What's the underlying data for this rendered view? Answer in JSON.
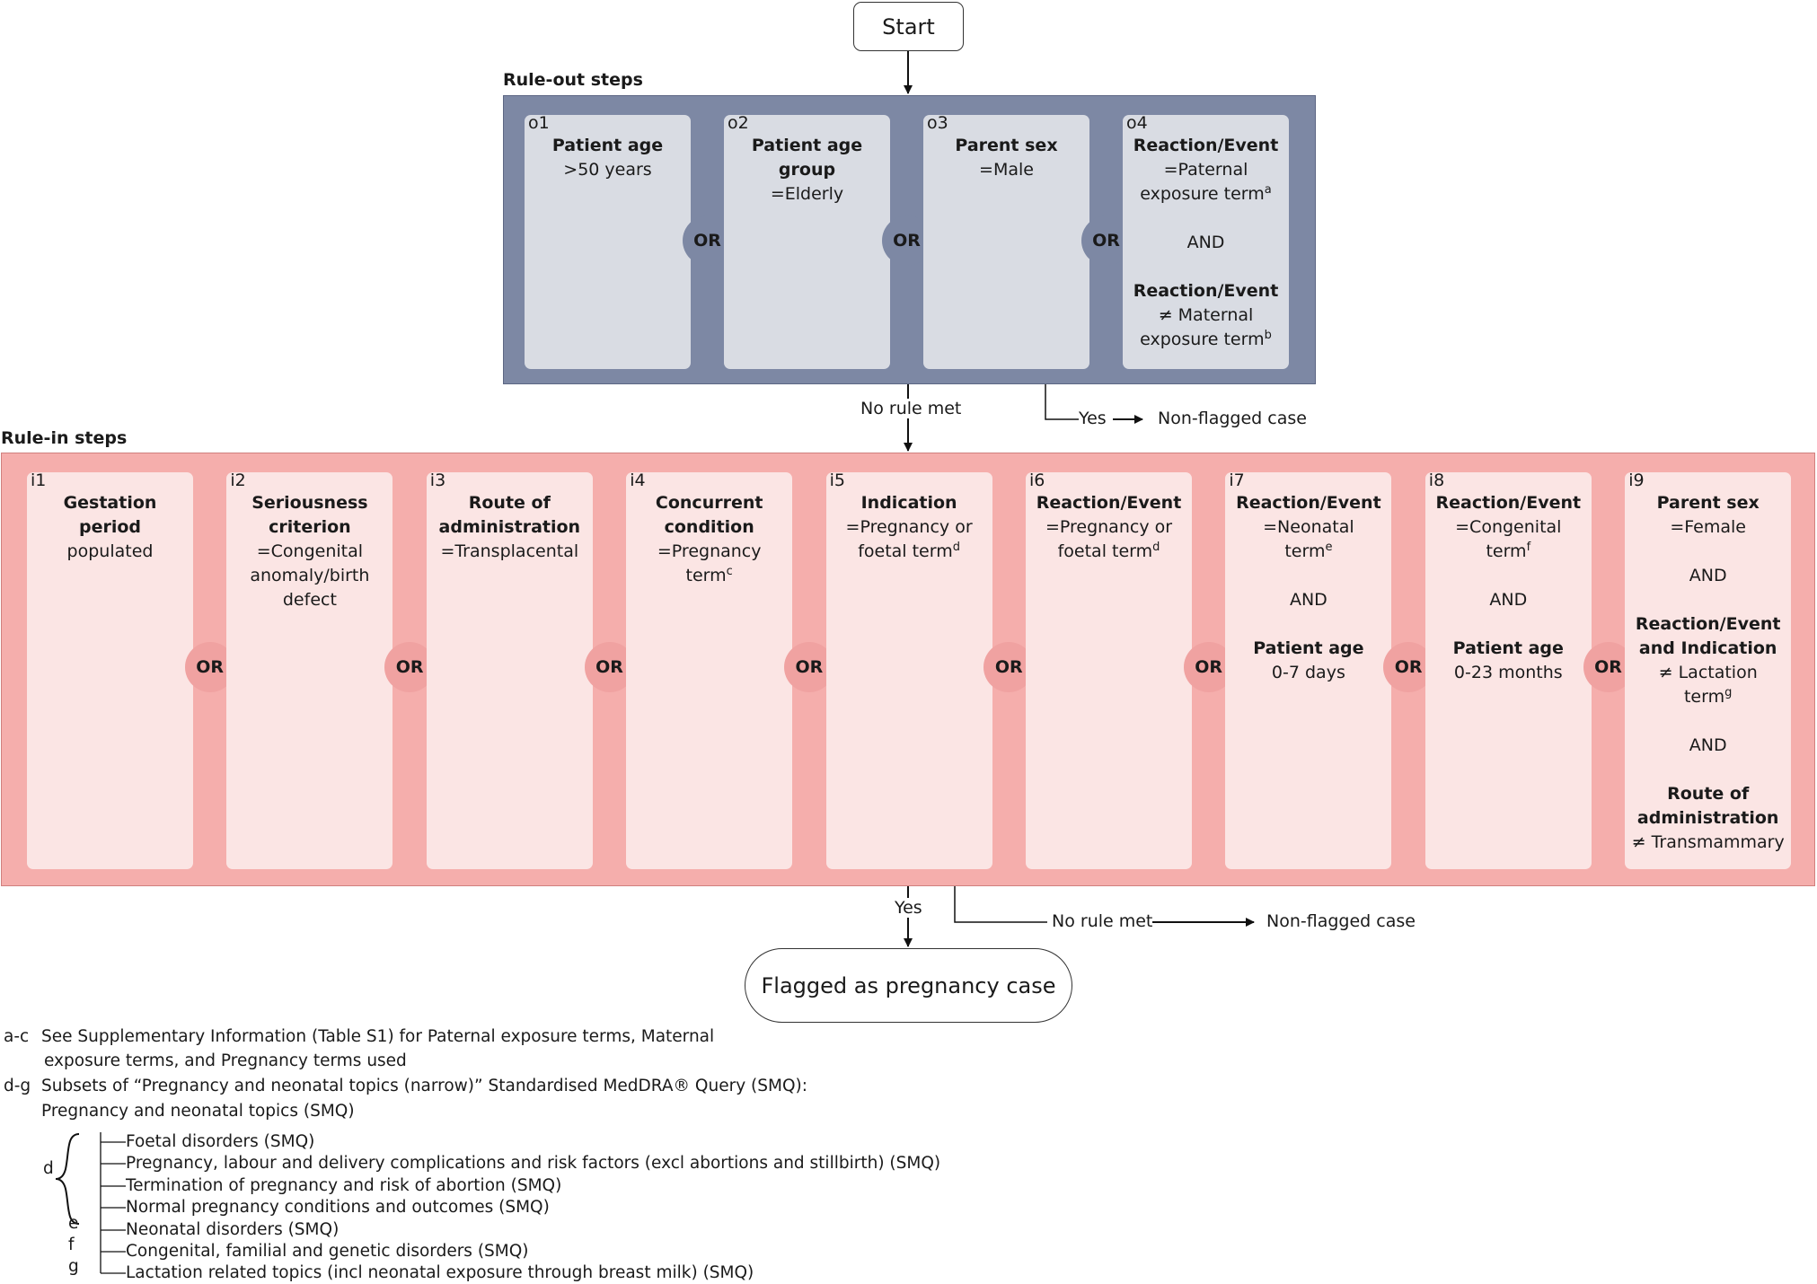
{
  "start": "Start",
  "ruleout": {
    "title": "Rule-out steps",
    "cards": [
      {
        "id": "o1",
        "lines": [
          {
            "text": "Patient age",
            "bold": true
          },
          {
            "text": ">50 years"
          }
        ]
      },
      {
        "id": "o2",
        "lines": [
          {
            "text": "Patient age\ngroup",
            "bold": true
          },
          {
            "text": "=Elderly"
          }
        ]
      },
      {
        "id": "o3",
        "lines": [
          {
            "text": "Parent sex",
            "bold": true
          },
          {
            "text": "=Male"
          }
        ]
      },
      {
        "id": "o4",
        "lines": [
          {
            "text": "Reaction/Event",
            "bold": true
          },
          {
            "text": "=Paternal\nexposure term",
            "sup": "a"
          },
          {
            "text": "",
            "gap": true
          },
          {
            "text": "AND"
          },
          {
            "text": "",
            "gap": true
          },
          {
            "text": "Reaction/Event",
            "bold": true
          },
          {
            "text": "≠ Maternal\nexposure term",
            "sup": "b"
          }
        ]
      }
    ],
    "or_label": "OR"
  },
  "flow": {
    "no_rule_met": "No rule met",
    "yes": "Yes",
    "non_flagged": "Non-flagged case"
  },
  "rulein": {
    "title": "Rule-in steps",
    "cards": [
      {
        "id": "i1",
        "lines": [
          {
            "text": "Gestation\nperiod",
            "bold": true
          },
          {
            "text": "populated"
          }
        ]
      },
      {
        "id": "i2",
        "lines": [
          {
            "text": "Seriousness\ncriterion",
            "bold": true
          },
          {
            "text": "=Congenital\nanomaly/birth\ndefect"
          }
        ]
      },
      {
        "id": "i3",
        "lines": [
          {
            "text": "Route of\nadministration",
            "bold": true
          },
          {
            "text": "=Transplacental"
          }
        ]
      },
      {
        "id": "i4",
        "lines": [
          {
            "text": "Concurrent\ncondition",
            "bold": true
          },
          {
            "text": "=Pregnancy\nterm",
            "sup": "c"
          }
        ]
      },
      {
        "id": "i5",
        "lines": [
          {
            "text": "Indication",
            "bold": true
          },
          {
            "text": "=Pregnancy or\nfoetal term",
            "sup": "d"
          }
        ]
      },
      {
        "id": "i6",
        "lines": [
          {
            "text": "Reaction/Event",
            "bold": true
          },
          {
            "text": "=Pregnancy or\nfoetal term",
            "sup": "d"
          }
        ]
      },
      {
        "id": "i7",
        "lines": [
          {
            "text": "Reaction/Event",
            "bold": true
          },
          {
            "text": "=Neonatal\nterm",
            "sup": "e"
          },
          {
            "text": "",
            "gap": true
          },
          {
            "text": "AND"
          },
          {
            "text": "",
            "gap": true
          },
          {
            "text": "Patient age",
            "bold": true
          },
          {
            "text": "0-7 days"
          }
        ]
      },
      {
        "id": "i8",
        "lines": [
          {
            "text": "Reaction/Event",
            "bold": true
          },
          {
            "text": "=Congenital\nterm",
            "sup": "f"
          },
          {
            "text": "",
            "gap": true
          },
          {
            "text": "AND"
          },
          {
            "text": "",
            "gap": true
          },
          {
            "text": "Patient age",
            "bold": true
          },
          {
            "text": "0-23 months"
          }
        ]
      },
      {
        "id": "i9",
        "lines": [
          {
            "text": "Parent sex",
            "bold": true
          },
          {
            "text": "=Female"
          },
          {
            "text": "",
            "gap": true
          },
          {
            "text": "AND"
          },
          {
            "text": "",
            "gap": true
          },
          {
            "text": "Reaction/Event\nand Indication",
            "bold": true
          },
          {
            "text": "≠ Lactation\nterm",
            "sup": "g"
          },
          {
            "text": "",
            "gap": true
          },
          {
            "text": "AND"
          },
          {
            "text": "",
            "gap": true
          },
          {
            "text": "Route of\nadministration",
            "bold": true
          },
          {
            "text": "≠ Transmammary"
          }
        ]
      }
    ],
    "or_label": "OR"
  },
  "end": "Flagged as pregnancy case",
  "footnotes": {
    "ac_marker": "a-c",
    "ac_line1": "See Supplementary Information (Table S1) for Paternal exposure terms, Maternal",
    "ac_line2": "exposure terms, and Pregnancy terms used",
    "dg_marker": "d-g",
    "dg_line1": "Subsets of “Pregnancy and neonatal topics (narrow)” Standardised MedDRA® Query (SMQ):",
    "dg_line2": "Pregnancy and neonatal topics (SMQ)",
    "tree_items": [
      "Foetal disorders (SMQ)",
      "Pregnancy, labour and delivery complications and risk factors (excl abortions and stillbirth) (SMQ)",
      "Termination of pregnancy and risk of abortion (SMQ)",
      "Normal pregnancy conditions and outcomes (SMQ)",
      "Neonatal disorders (SMQ)",
      "Congenital, familial and genetic disorders (SMQ)",
      "Lactation related topics (incl neonatal exposure through breast milk) (SMQ)"
    ],
    "markers": {
      "d": "d",
      "e": "e",
      "f": "f",
      "g": "g"
    }
  }
}
